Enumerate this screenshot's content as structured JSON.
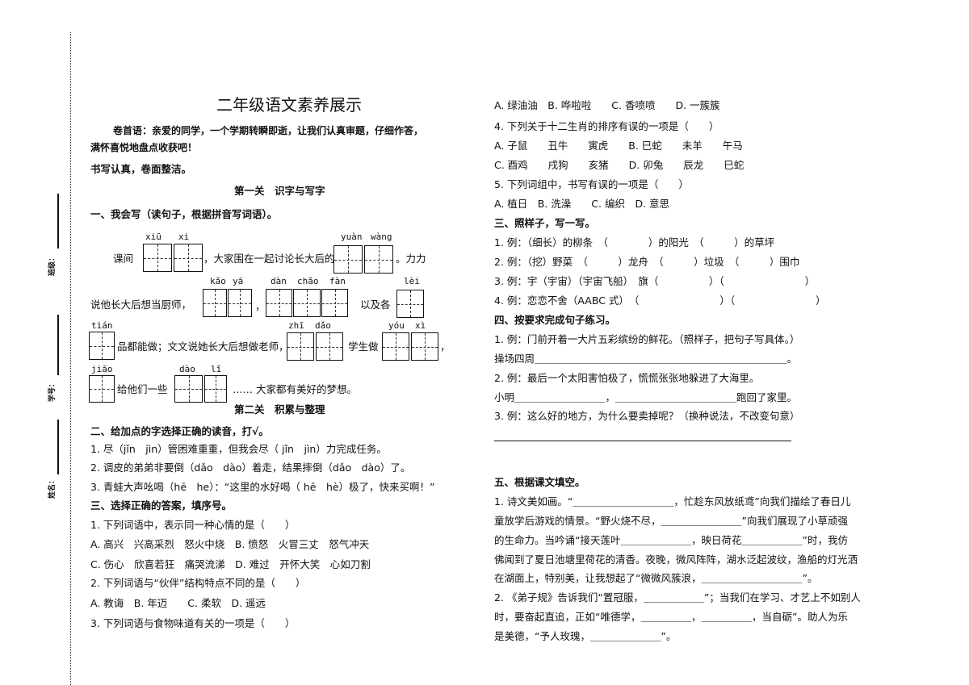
{
  "sidebar": {
    "class_label": "班级：",
    "id_label": "学号：",
    "name_label": "姓名："
  },
  "title": "二年级语文素养展示",
  "intro": {
    "line1": "卷首语：亲爱的同学，一个学期转瞬即逝，让我们认真审题，仔细作答，",
    "line2": "满怀喜悦地盘点收获吧！",
    "line3": "书写认真，卷面整洁。"
  },
  "part1": {
    "heading": "第一关　识字与写字",
    "q1": "一、我会写（读句子，根据拼音写词语）。",
    "r1": {
      "a": "课间",
      "b": "，大家围在一起讨论长大后的",
      "c": "。力力",
      "py": [
        "xiū",
        "xi",
        "yuàn",
        "wàng"
      ]
    },
    "r2": {
      "a": "说他长大后想当厨师，",
      "b": "，",
      "c": "以及各",
      "py": [
        "kǎo",
        "yā",
        "dàn",
        "chǎo",
        "fàn",
        "lèi"
      ]
    },
    "r3": {
      "a": "品都能做；文文说她长大后想做老师，",
      "b": "学生做",
      "c": "，",
      "py": [
        "tián",
        "zhī",
        "dǎo",
        "yóu",
        "xì"
      ]
    },
    "r4": {
      "a": "给他们一些",
      "b": "…… 大家都有美好的梦想。",
      "py": [
        "jiāo",
        "dào",
        "lǐ"
      ]
    }
  },
  "part2": {
    "heading": "第二关　积累与整理",
    "q2": "二、给加点的字选择正确的读音，打√。",
    "q2_items": [
      "1. 尽（jǐn　jìn）管困难重重，但我会尽（ jǐn　jìn）力完成任务。",
      "2. 调皮的弟弟非要倒（dǎo　dào）着走，结果摔倒（dǎo　dào）了。",
      "3. 青蛙大声吆喝（hē　he）：“这里的水好喝（ hē　hè）极了，快来买啊！”"
    ],
    "q3": "三、选择正确的答案，填序号。",
    "q3_items": [
      "1. 下列词语中，表示同一种心情的是（　　）",
      "A. 高兴　兴高采烈　怒火中烧　B. 愤怒　火冒三丈　怒气冲天",
      "C. 伤心　欣喜若狂　痛哭流涕　D. 难过　开怀大笑　心如刀割",
      "2. 下列词语与“伙伴”结构特点不同的是（　　）",
      "A. 教诲　B. 年迈　　C. 柔软　D. 遥远",
      "3. 下列词语与食物味道有关的一项是（　　）"
    ]
  },
  "right": {
    "lines": [
      "A. 绿油油　B. 哗啦啦　　C. 香喷喷　　D. 一簇簇",
      "4. 下列关于十二生肖的排序有误的一项是（　　）",
      "A. 子鼠　　丑牛　　寅虎　　B. 巳蛇　　未羊　　午马",
      "C. 酉鸡　　戌狗　　亥猪　　D. 卯兔　　辰龙　　巳蛇",
      "5. 下列词组中，书写有误的一项是（　　）",
      "A. 植日　B. 洗澡　　C. 编织　D. 意思",
      "三、照样子，写一写。",
      "1. 例：（细长）的柳条　（　　　　）的阳光　（　　　）的草坪",
      "2. 例：（挖）野菜　（　　　）龙舟　（　　　）垃圾　（　　　）围巾",
      "3. 例：宇（宇宙）（宇宙飞船）　旗（　　　　　）（　　　　　　　　）",
      "4. 例：恋恋不舍（AABC 式）　（　　　　　　　　）（　　　　　　　　）",
      "四、按要求完成句子练习。",
      "1. 例：门前开着一大片五彩缤纷的鲜花。（照样子，把句子写具体。）",
      "操场四周＿＿＿＿＿＿＿＿＿＿＿＿＿＿＿＿＿＿＿＿＿＿＿＿＿。",
      "2. 例：最后一个太阳害怕极了，慌慌张张地躲进了大海里。",
      "小明＿＿＿＿＿＿＿＿＿，＿＿＿＿＿＿＿＿＿＿＿＿跑回了家里。",
      "3. 例：这么好的地方，为什么要卖掉呢？（换种说法，不改变句意）"
    ],
    "q5": "五、根据课文填空。",
    "q5_lines": [
      "1. 诗文美如画。“＿＿＿＿＿＿＿＿＿＿，忙趁东风放纸鸢”向我们描绘了春日儿",
      "童放学后游戏的情景。“野火烧不尽，＿＿＿＿＿＿＿＿”向我们展现了小草顽强",
      "的生命力。当吟诵“接天莲叶＿＿＿＿＿＿＿，映日荷花＿＿＿＿＿＿”时，我仿",
      "佛闻到了夏日池塘里荷花的清香。夜晚，微风阵阵，湖水泛起波纹，渔船的灯光洒",
      "在湖面上，特别美，让我想起了“微微风簇浪，＿＿＿＿＿＿＿＿＿＿”。",
      "2. 《弟子规》告诉我们“置冠服，＿＿＿＿＿＿”；当我们在学习、才艺上不如别人",
      "时，要奋起直追，正如“唯德学，＿＿＿＿＿，＿＿＿＿＿，当自砺”。助人为乐",
      "是美德，“予人玫瑰，＿＿＿＿＿＿＿”。"
    ]
  }
}
